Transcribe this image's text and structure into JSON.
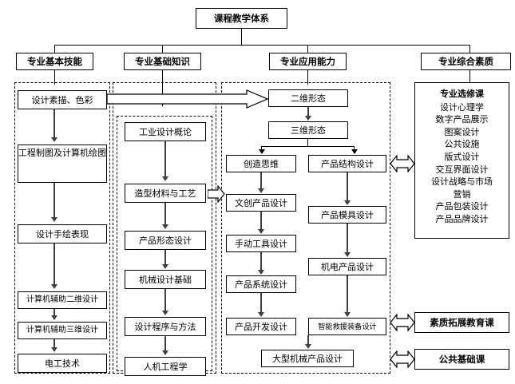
{
  "diagram": {
    "title": "课程教学体系",
    "root": {
      "label": "课程教学体系"
    },
    "columns": [
      {
        "header": "专业基本技能"
      },
      {
        "header": "专业基础知识"
      },
      {
        "header": "专业应用能力"
      },
      {
        "header": "专业综合素质"
      }
    ],
    "col1_nodes": [
      {
        "label": "设计素描、色彩"
      },
      {
        "label": "工程制图及计算机绘图"
      },
      {
        "label": "设计手绘表现"
      },
      {
        "label": "计算机辅助二维设计"
      },
      {
        "label": "计算机辅助三维设计"
      },
      {
        "label": "电工技术"
      }
    ],
    "col2_nodes": [
      {
        "label": "工业设计概论"
      },
      {
        "label": "造型材料与工艺"
      },
      {
        "label": "产品形态设计"
      },
      {
        "label": "机械设计基础"
      },
      {
        "label": "设计程序与方法"
      },
      {
        "label": "人机工程学"
      }
    ],
    "col3_nodes": [
      {
        "label": "二维形态"
      },
      {
        "label": "三维形态"
      },
      {
        "label": "创造思维"
      },
      {
        "label": "产品结构设计"
      },
      {
        "label": "文创产品设计"
      },
      {
        "label": "产品模具设计"
      },
      {
        "label": "手动工具设计"
      },
      {
        "label": "产品系统设计"
      },
      {
        "label": "机电产品设计"
      },
      {
        "label": "产品开发设计"
      },
      {
        "label": "智能救援装备设计"
      },
      {
        "label": "大型机械产品设计"
      }
    ],
    "col4_elective": {
      "heading": "专业选修课",
      "items": [
        "设计心理学",
        "数字产品展示",
        "图案设计",
        "公共设施",
        "版式设计",
        "交互界面设计",
        "设计战略与市场",
        "营销",
        "产品包装设计",
        "产品品牌设计"
      ]
    },
    "col4_quality": {
      "label": "素质拓展教育课"
    },
    "col4_basic": {
      "label": "公共基础课"
    },
    "colors": {
      "stroke": "#000000",
      "flow": "#3f3f3f",
      "background": "#ffffff"
    }
  }
}
